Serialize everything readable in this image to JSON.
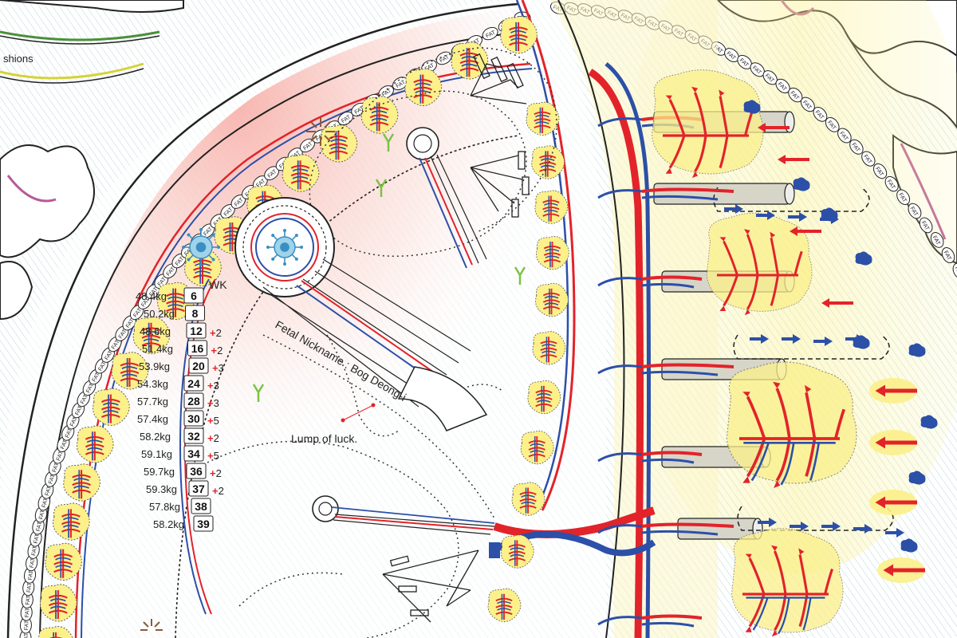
{
  "colors": {
    "artery": "#e2232a",
    "vein": "#2c4fa8",
    "fat_yellow": "#fbf08a",
    "pink_glow": "#f7b9b4",
    "outline": "#222222",
    "hatch": "#9fc7c9"
  },
  "legend": {
    "header": "WK",
    "rows": [
      {
        "weight": "48.4kg",
        "week": "6",
        "delta": ""
      },
      {
        "weight": "50.2kg",
        "week": "8",
        "delta": ""
      },
      {
        "weight": "48.6kg",
        "week": "12",
        "delta": "+2"
      },
      {
        "weight": "51.4kg",
        "week": "16",
        "delta": "+2"
      },
      {
        "weight": "53.9kg",
        "week": "20",
        "delta": "+3"
      },
      {
        "weight": "54.3kg",
        "week": "24",
        "delta": "+3"
      },
      {
        "weight": "57.7kg",
        "week": "28",
        "delta": "+3"
      },
      {
        "weight": "57.4kg",
        "week": "30",
        "delta": "+5"
      },
      {
        "weight": "58.2kg",
        "week": "32",
        "delta": "+2"
      },
      {
        "weight": "59.1kg",
        "week": "34",
        "delta": "+5"
      },
      {
        "weight": "59.7kg",
        "week": "36",
        "delta": "+2"
      },
      {
        "weight": "59.3kg",
        "week": "37",
        "delta": "+2"
      },
      {
        "weight": "57.8kg",
        "week": "38",
        "delta": ""
      },
      {
        "weight": "58.2kg",
        "week": "39",
        "delta": ""
      }
    ]
  },
  "labels": {
    "fetal_nickname": "Fetal Nickname : Bog Deong-i",
    "lump": "Lump of luck.",
    "cushions": "shions",
    "fat": "FAT"
  }
}
